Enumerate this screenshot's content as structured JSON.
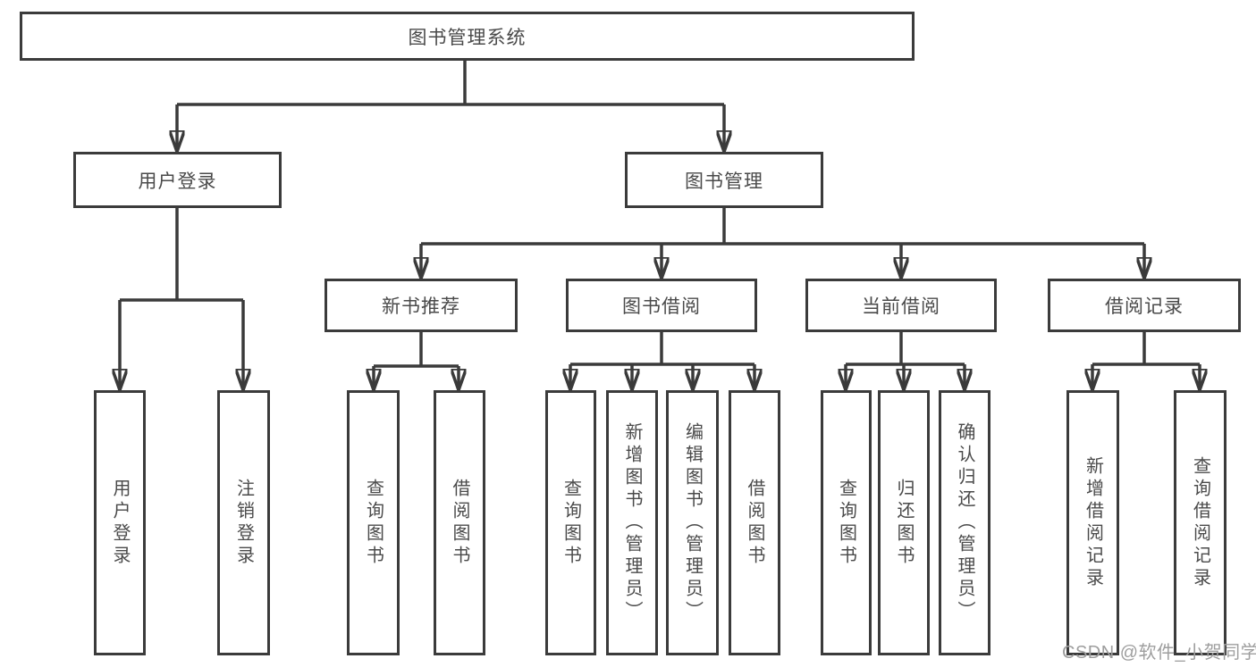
{
  "diagram": {
    "kind": "functional-structure-tree",
    "tree": {
      "root": {
        "label": "图书管理系统",
        "children": [
          {
            "label": "用户登录",
            "children": [
              {
                "label": "用户登录"
              },
              {
                "label": "注销登录"
              }
            ]
          },
          {
            "label": "图书管理",
            "children": [
              {
                "label": "新书推荐",
                "children": [
                  {
                    "label": "查询图书"
                  },
                  {
                    "label": "借阅图书"
                  }
                ]
              },
              {
                "label": "图书借阅",
                "children": [
                  {
                    "label": "查询图书"
                  },
                  {
                    "label": "新增图书（管理员）"
                  },
                  {
                    "label": "编辑图书（管理员）"
                  },
                  {
                    "label": "借阅图书"
                  }
                ]
              },
              {
                "label": "当前借阅",
                "children": [
                  {
                    "label": "查询图书"
                  },
                  {
                    "label": "归还图书"
                  },
                  {
                    "label": "确认归还（管理员）"
                  }
                ]
              },
              {
                "label": "借阅记录",
                "children": [
                  {
                    "label": "新增借阅记录"
                  },
                  {
                    "label": "查询借阅记录"
                  }
                ]
              }
            ]
          }
        ]
      }
    },
    "colors": {
      "background": "#ffffff",
      "box_fill": "#ffffff",
      "box_border": "#3b3b3b",
      "connector": "#3a3a3a",
      "text": "#4a4a4a",
      "watermark": "#9e9e9e"
    }
  },
  "watermark": {
    "text": "CSDN @软件_小贺同学"
  }
}
